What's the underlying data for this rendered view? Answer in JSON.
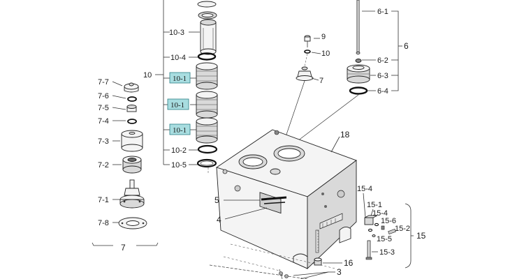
{
  "callouts": {
    "n10": "10",
    "n10_3": "10-3",
    "n10_4": "10-4",
    "n10_1a": "10-1",
    "n10_1b": "10-1",
    "n10_1c": "10-1",
    "n10_2": "10-2",
    "n10_5": "10-5",
    "n7_7": "7-7",
    "n7_6": "7-6",
    "n7_5": "7-5",
    "n7_4": "7-4",
    "n7_3": "7-3",
    "n7_2": "7-2",
    "n7_1": "7-1",
    "n7_8": "7-8",
    "n7_group": "7",
    "n9": "9",
    "n10b": "10",
    "n7": "7",
    "n6_1": "6-1",
    "n6": "6",
    "n6_2": "6-2",
    "n6_3": "6-3",
    "n6_4": "6-4",
    "n18": "18",
    "n5": "5",
    "n4": "4",
    "n15_4a": "15-4",
    "n15_1": "15-1",
    "n15_4b": "15-4",
    "n15_6": "15-6",
    "n15_2": "15-2",
    "n15": "15",
    "n15_5": "15-5",
    "n15_3": "15-3",
    "n16": "16",
    "n3": "3"
  },
  "colors": {
    "highlight_fill": "#a8dde0",
    "highlight_stroke": "#2b7f86",
    "line": "#333333"
  }
}
